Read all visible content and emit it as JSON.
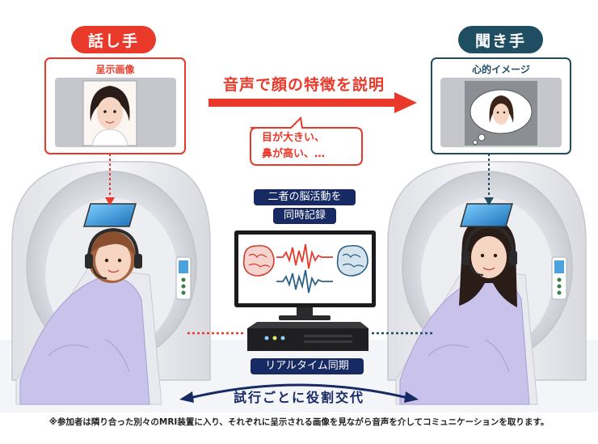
{
  "speaker": {
    "role_label": "話し手",
    "panel_label": "呈示画像",
    "color": "#e8392a"
  },
  "listener": {
    "role_label": "聞き手",
    "panel_label": "心的イメージ",
    "color": "#1f4e63"
  },
  "headline": "音声で顔の特徴を説明",
  "speech_bubble": {
    "line1": "目が大きい、",
    "line2": "鼻が高い、…"
  },
  "recording_label": {
    "line1": "二者の脳活動を",
    "line2": "同時記録"
  },
  "sync_label": "リアルタイム同期",
  "exchange_label": "試行ごとに役割交代",
  "footnote": "※参加者は隣り合った別々のMRI装置に入り、それぞれに呈示される画像を見ながら音声を介してコミュニケーションを取ります。",
  "colors": {
    "navy": "#172a63",
    "red": "#e8392a",
    "teal": "#1f4e63",
    "gown": "#c9c2ea"
  },
  "icons": [
    "mri-scanner-icon",
    "brain-icon",
    "waveform-icon",
    "monitor-icon",
    "sync-device-icon",
    "face-photo-icon",
    "thought-bubble-icon",
    "headset-icon"
  ]
}
